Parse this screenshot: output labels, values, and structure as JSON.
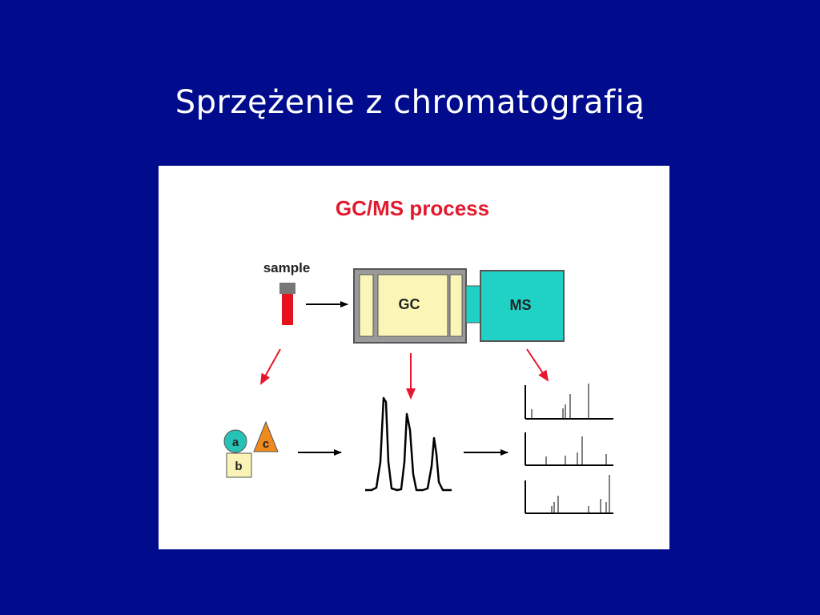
{
  "slide": {
    "title": "Sprzężenie z chromatografią"
  },
  "diagram": {
    "heading": "GC/MS process",
    "sample_label": "sample",
    "gc_label": "GC",
    "ms_label": "MS",
    "components": [
      "a",
      "b",
      "c"
    ],
    "colors": {
      "heading": "#e01b2f",
      "red_arrow": "#e8152e",
      "vial": "#e8121c",
      "vial_cap": "#777777",
      "gc_frame": "#9a9a9a",
      "gc_fill": "#fbf6b8",
      "ms_fill": "#20d2c6",
      "component_a": "#27c2b6",
      "component_b": "#f9f3b5",
      "component_c": "#ef8b1c"
    }
  }
}
